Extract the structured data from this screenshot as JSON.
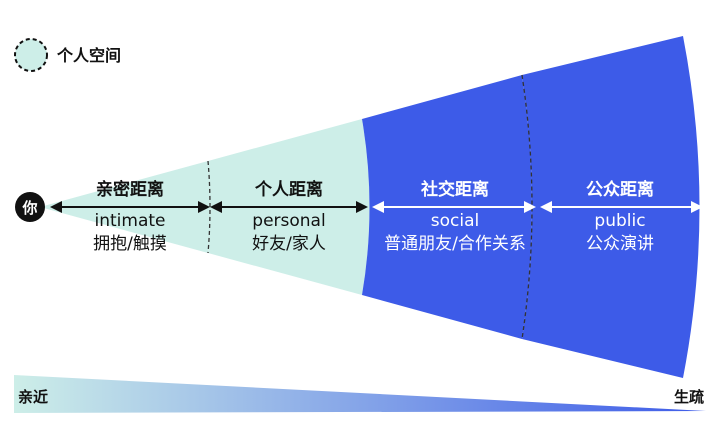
{
  "legend": {
    "label": "个人空间",
    "color": "#cdeee8"
  },
  "you": {
    "label": "你"
  },
  "colors": {
    "light_zone": "#cdeee8",
    "blue_zone": "#3d5be8",
    "arrow_dark": "#111111",
    "arrow_light": "#ffffff",
    "divider": "#333333"
  },
  "zones": [
    {
      "title": "亲密距离",
      "en": "intimate",
      "cn": "拥抱/触摸"
    },
    {
      "title": "个人距离",
      "en": "personal",
      "cn": "好友/家人"
    },
    {
      "title": "社交距离",
      "en": "social",
      "cn": "普通朋友/合作关系"
    },
    {
      "title": "公众距离",
      "en": "public",
      "cn": "公众演讲"
    }
  ],
  "scale": {
    "near_label": "亲近",
    "far_label": "生疏",
    "gradient_start": "#cdeee8",
    "gradient_end": "#3d5be8"
  }
}
